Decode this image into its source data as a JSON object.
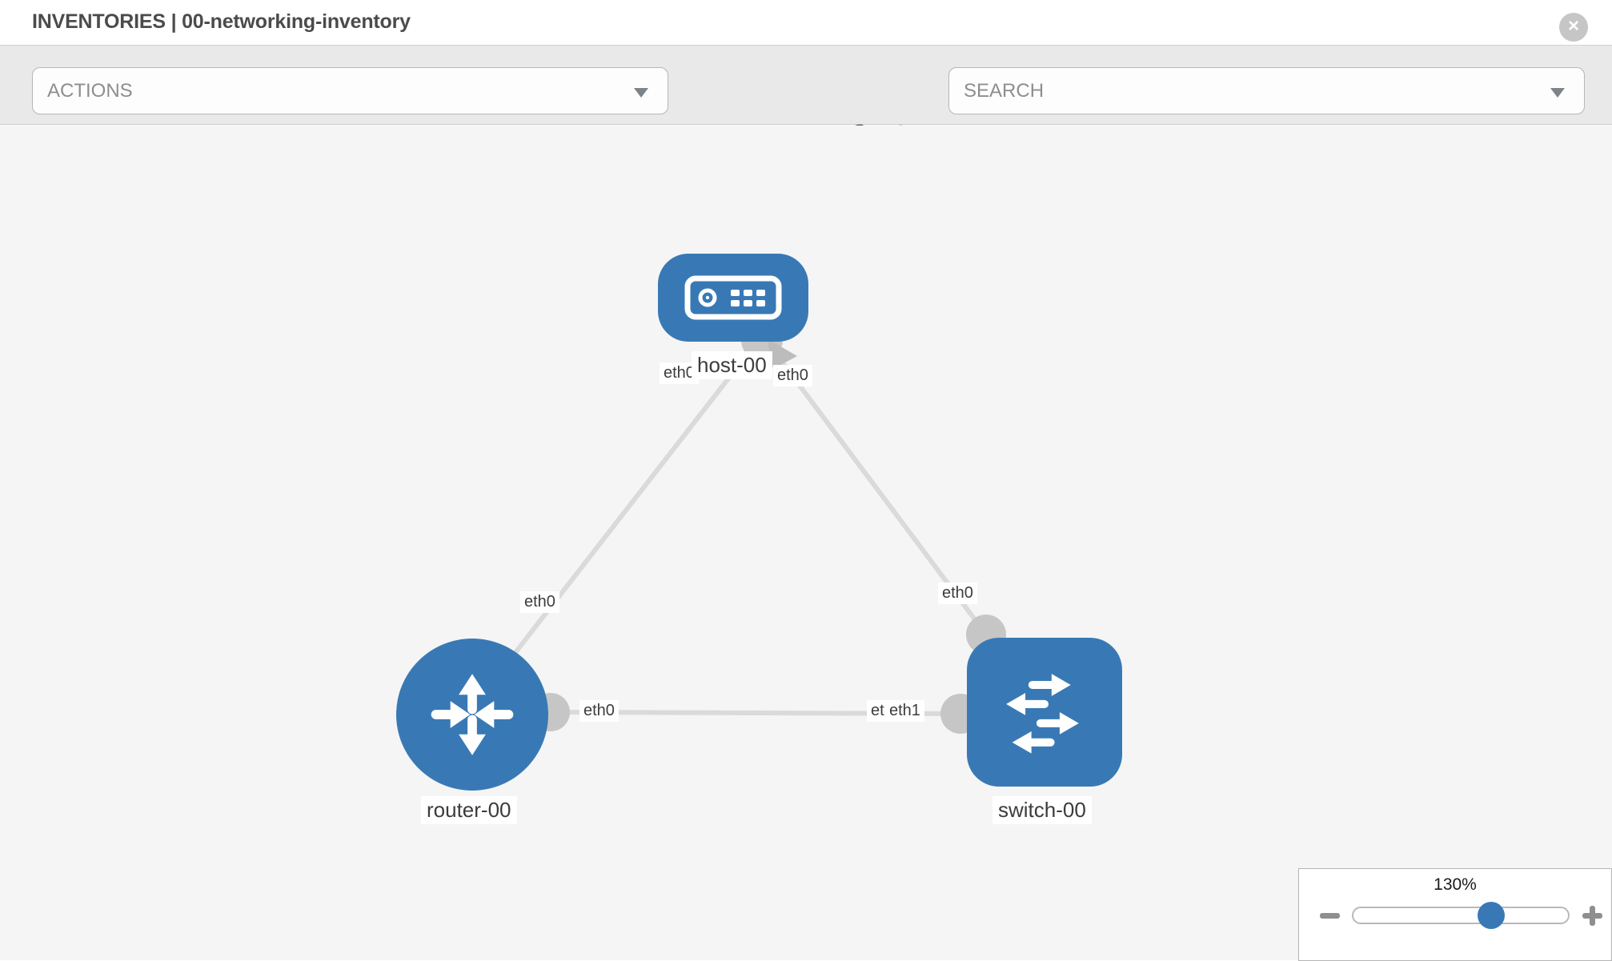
{
  "header": {
    "title": "INVENTORIES | 00-networking-inventory",
    "close_glyph": "×"
  },
  "toolbar": {
    "actions": {
      "placeholder": "ACTIONS"
    },
    "search": {
      "placeholder": "SEARCH"
    },
    "icons": [
      "wrench-icon",
      "key-icon"
    ]
  },
  "topology": {
    "nodes": [
      {
        "id": "host-00",
        "type": "host",
        "label": "host-00"
      },
      {
        "id": "router-00",
        "type": "router",
        "label": "router-00"
      },
      {
        "id": "switch-00",
        "type": "switch",
        "label": "switch-00"
      }
    ],
    "links": [
      {
        "from": "host-00",
        "to": "router-00",
        "from_iface": "eth0",
        "to_iface": "eth0"
      },
      {
        "from": "host-00",
        "to": "switch-00",
        "from_iface": "eth0",
        "to_iface": "eth0"
      },
      {
        "from": "router-00",
        "to": "switch-00",
        "from_iface": "eth0",
        "to_iface": "eth1"
      }
    ],
    "interface_labels": {
      "host_left": "eth0",
      "host_right": "eth0",
      "router_top": "eth0",
      "switch_top": "eth0",
      "router_right": "eth0",
      "switch_left_back": "etl",
      "switch_left_front": "eth1"
    }
  },
  "zoom_control": {
    "value": "130%"
  },
  "colors": {
    "node_blue": "#3879b5",
    "link_gray": "#dadada",
    "connector_gray": "#c6c6c6",
    "toolbar_bg": "#e9e9e9",
    "canvas_bg": "#f5f5f5"
  }
}
